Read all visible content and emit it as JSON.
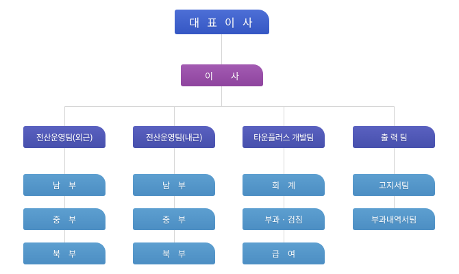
{
  "ceo": {
    "label": "대 표 이 사"
  },
  "director": {
    "label": "이　　사"
  },
  "departments": [
    {
      "label": "전산운영팀(외근)",
      "units": [
        "남　부",
        "중　부",
        "북　부"
      ]
    },
    {
      "label": "전산운영팀(내근)",
      "units": [
        "남　부",
        "중　부",
        "북　부"
      ]
    },
    {
      "label": "타운플러스 개발팀",
      "units": [
        "회　계",
        "부과 · 검침",
        "급　여"
      ]
    },
    {
      "label": "출 력 팀",
      "units": [
        "고지서팀",
        "부과내역서팀"
      ]
    }
  ],
  "colors": {
    "ceo": "#3d5fcc",
    "director": "#9a50a9",
    "department": "#4f57b6",
    "unit": "#5598ca",
    "connector": "#d6d6d6"
  }
}
